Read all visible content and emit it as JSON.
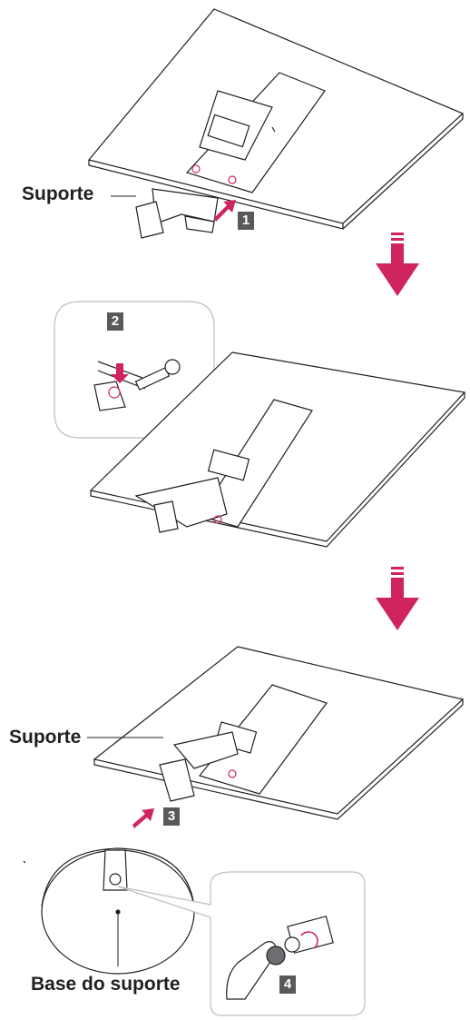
{
  "labels": {
    "stand_top": "Suporte",
    "stand_bottom": "Suporte",
    "stand_base": "Base do suporte"
  },
  "steps": [
    "1",
    "2",
    "3",
    "4"
  ],
  "colors": {
    "arrow": "#d0245e",
    "line": "#231f20",
    "badge": "#58595b"
  }
}
